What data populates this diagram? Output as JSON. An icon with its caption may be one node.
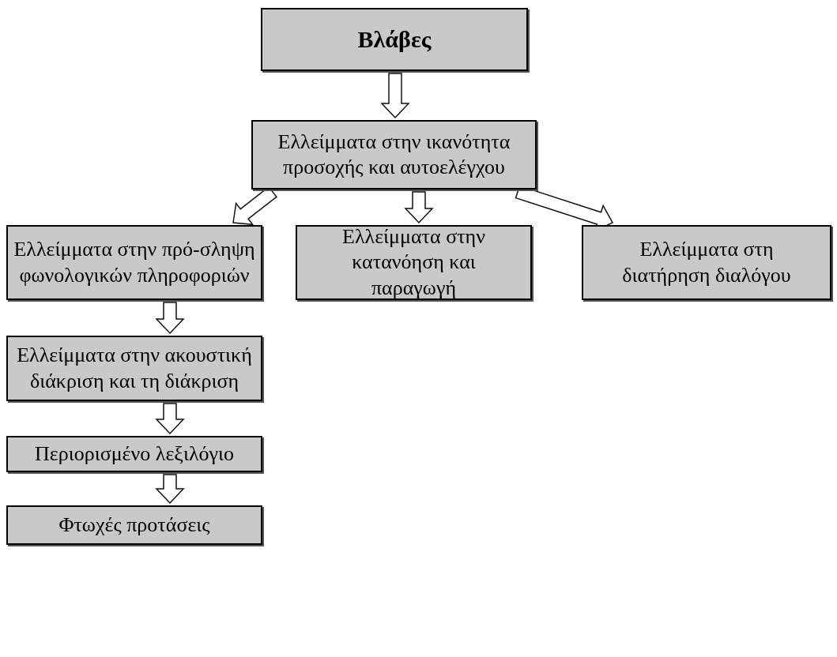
{
  "diagram": {
    "nodes": [
      {
        "text": [
          "Βλάβες"
        ]
      },
      {
        "text": [
          "Ελλείμματα στην ικανότητα προσοχής και αυτοελέγχου"
        ]
      },
      {
        "text": [
          "Ελλείμματα στην πρό-σληψη φωνολογικών πληροφοριών"
        ]
      },
      {
        "text": [
          "Ελλείμματα στην κατανόηση και παραγωγή"
        ]
      },
      {
        "text": [
          "Ελλείμματα στη διατήρηση διαλόγου"
        ]
      },
      {
        "text": [
          "Ελλείμματα στην ακουστική διάκριση και τη διάκριση"
        ]
      },
      {
        "text": [
          "Περιορισμένο λεξιλόγιο"
        ]
      },
      {
        "text": [
          "Φτωχές προτάσεις"
        ]
      }
    ],
    "edges": [
      {
        "from": 0,
        "to": 1,
        "arrow": "to"
      },
      {
        "from": 1,
        "to": 2,
        "arrow": "to"
      },
      {
        "from": 1,
        "to": 3,
        "arrow": "to"
      },
      {
        "from": 1,
        "to": 4,
        "arrow": "to"
      },
      {
        "from": 2,
        "to": 5,
        "arrow": "to"
      },
      {
        "from": 5,
        "to": 6,
        "arrow": "to"
      },
      {
        "from": 6,
        "to": 7,
        "arrow": "to"
      }
    ]
  }
}
